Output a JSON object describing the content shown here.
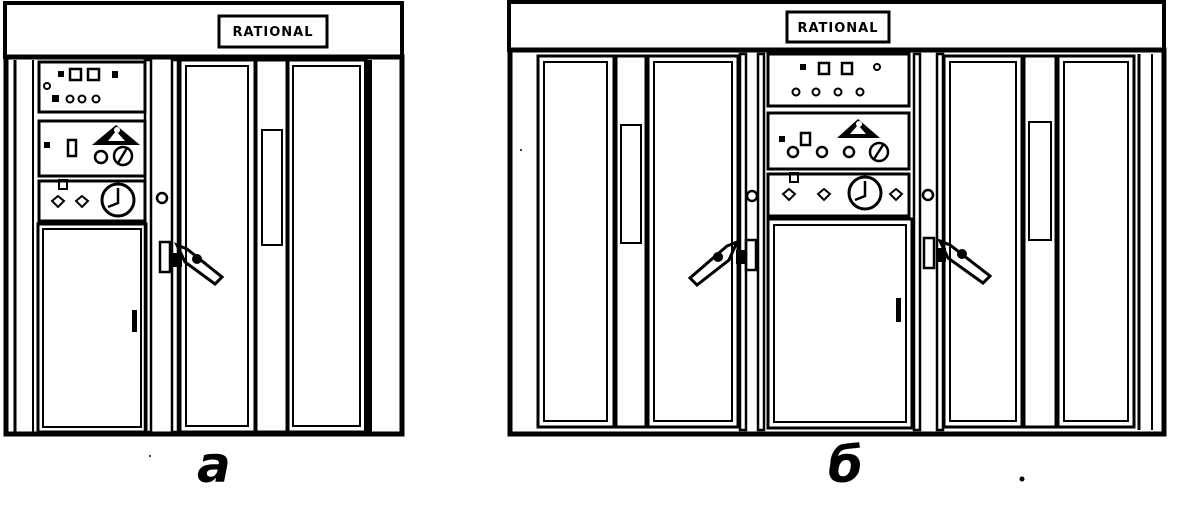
{
  "figure": {
    "units": [
      {
        "brand": "RATIONAL",
        "caption": "а"
      },
      {
        "brand": "RATIONAL",
        "caption": "б"
      }
    ]
  }
}
